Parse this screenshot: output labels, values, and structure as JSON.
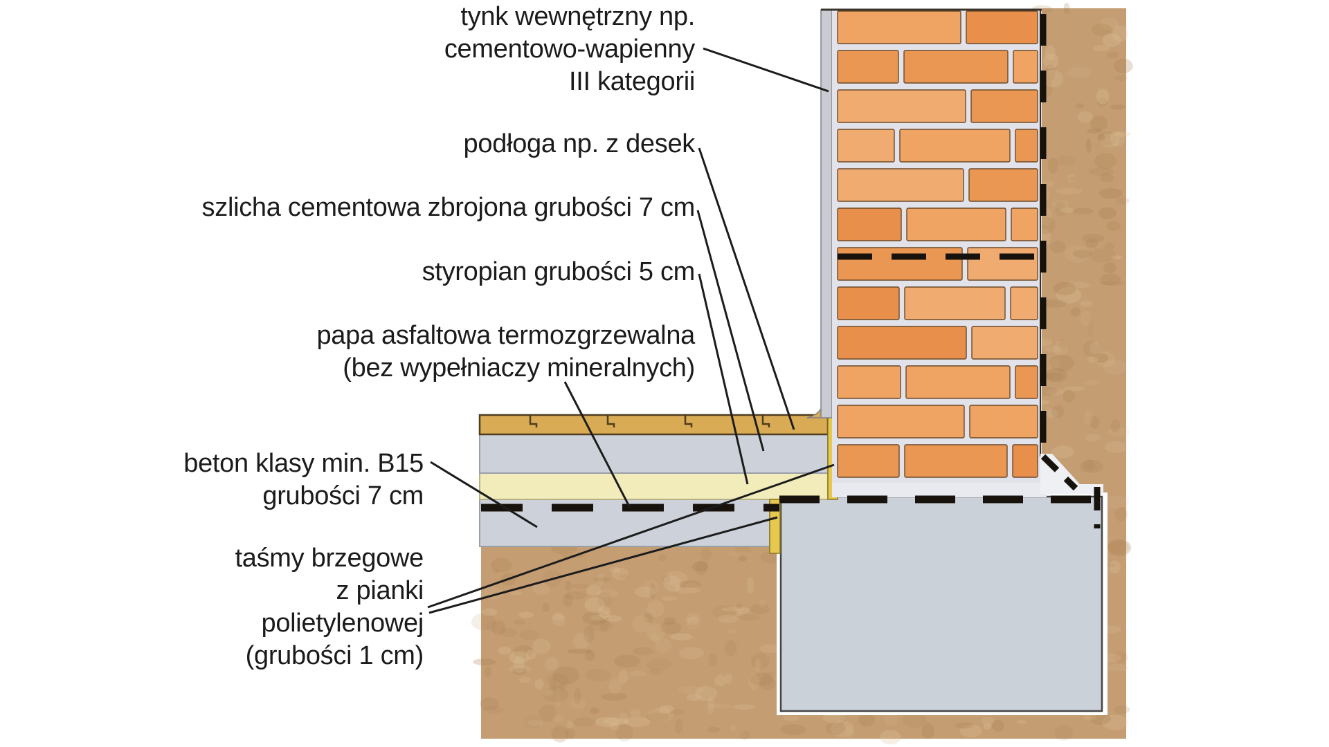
{
  "labels": {
    "tynk": {
      "text": "tynk wewnętrzny np.\ncementowo-wapienny\nIII kategorii"
    },
    "podloga": {
      "text": "podłoga np. z desek"
    },
    "szlicha": {
      "text": "szlicha cementowa zbrojona grubości 7 cm"
    },
    "styropian": {
      "text": "styropian grubości 5 cm"
    },
    "papa": {
      "text": "papa asfaltowa termozgrzewalna\n(bez wypełniaczy mineralnych)"
    },
    "beton": {
      "text": "beton klasy min. B15\ngrubości 7 cm"
    },
    "tasmy": {
      "text": "taśmy brzegowe\nz pianki\npolietylenowej\n(grubości 1 cm)"
    }
  },
  "colors": {
    "background": "#ffffff",
    "text": "#1b1b1b",
    "leader_line": "#1c1c1c",
    "soil": "#c49d73",
    "soil_dark_speckle": "#a57f4e",
    "soil_light_speckle": "#e2c79e",
    "soil_edge": "#8a6a42",
    "brick": "#eda05e",
    "brick_shades": [
      "#efa463",
      "#ea9754",
      "#f0ab70",
      "#e78f4b"
    ],
    "mortar": "#e2e3ea",
    "brick_outline": "#6b4a2a",
    "plaster": "#c9cad2",
    "plaster_outline": "#80828a",
    "wood": "#d9ab55",
    "wood_outline": "#4f3d1f",
    "screed": "#cdd2da",
    "screed_outline": "#9aa0aa",
    "styrofoam": "#f1ecba",
    "styrofoam_outline": "#b8b183",
    "concrete": "#cdd2da",
    "foundation": "#cbd1d9",
    "foundation_outline": "#444444",
    "edge_tape": "#e6c84f",
    "edge_tape_outline": "#8a7520",
    "dpc_dash": "#17120b",
    "mortar_bed": "#e9eaef",
    "cut_line": "#3a3228"
  }
}
